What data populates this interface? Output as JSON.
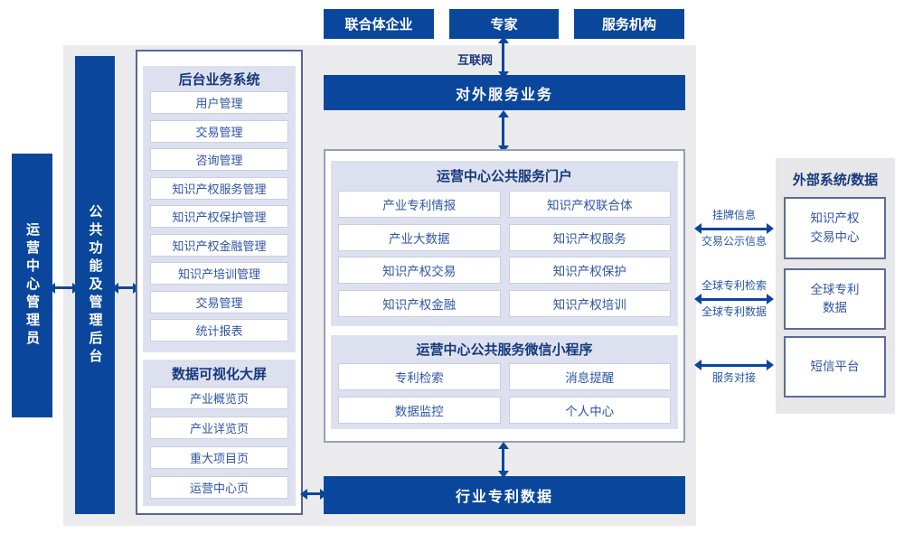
{
  "colors": {
    "primary": "#0a479c",
    "panel_lavender": "#dde1ef",
    "background_gray": "#ebebed",
    "item_text": "#2f55a5",
    "header_text": "#16387d"
  },
  "top_actors": [
    "联合体企业",
    "专家",
    "服务机构"
  ],
  "internet_label": "互联网",
  "banners": {
    "external_service": "对外服务业务",
    "industry_patent_data": "行业专利数据"
  },
  "left_bars": {
    "operator_admin": "运营中心管理员",
    "backend_management": "公共功能及管理后台"
  },
  "backend_system": {
    "title": "后台业务系统",
    "items": [
      "用户管理",
      "交易管理",
      "咨询管理",
      "知识产权服务管理",
      "知识产权保护管理",
      "知识产权金融管理",
      "知识产培训管理",
      "交易管理",
      "统计报表"
    ]
  },
  "data_screen": {
    "title": "数据可视化大屏",
    "items": [
      "产业概览页",
      "产业详览页",
      "重大项目页",
      "运营中心页"
    ]
  },
  "portal": {
    "title": "运营中心公共服务门户",
    "items": [
      "产业专利情报",
      "知识产权联合体",
      "产业大数据",
      "知识产权服务",
      "知识产权交易",
      "知识产权保护",
      "知识产权金融",
      "知识产权培训"
    ]
  },
  "miniprogram": {
    "title": "运营中心公共服务微信小程序",
    "items": [
      "专利检索",
      "消息提醒",
      "数据监控",
      "个人中心"
    ]
  },
  "external_systems": {
    "title": "外部系统/数据",
    "boxes": [
      "知识产权\n交易中心",
      "全球专利\n数据",
      "短信平台"
    ]
  },
  "connections": [
    {
      "label_top": "挂牌信息",
      "label_bottom": "交易公示信息"
    },
    {
      "label_top": "全球专利检索",
      "label_bottom": "全球专利数据"
    },
    {
      "label_top": "",
      "label_bottom": "服务对接"
    }
  ]
}
